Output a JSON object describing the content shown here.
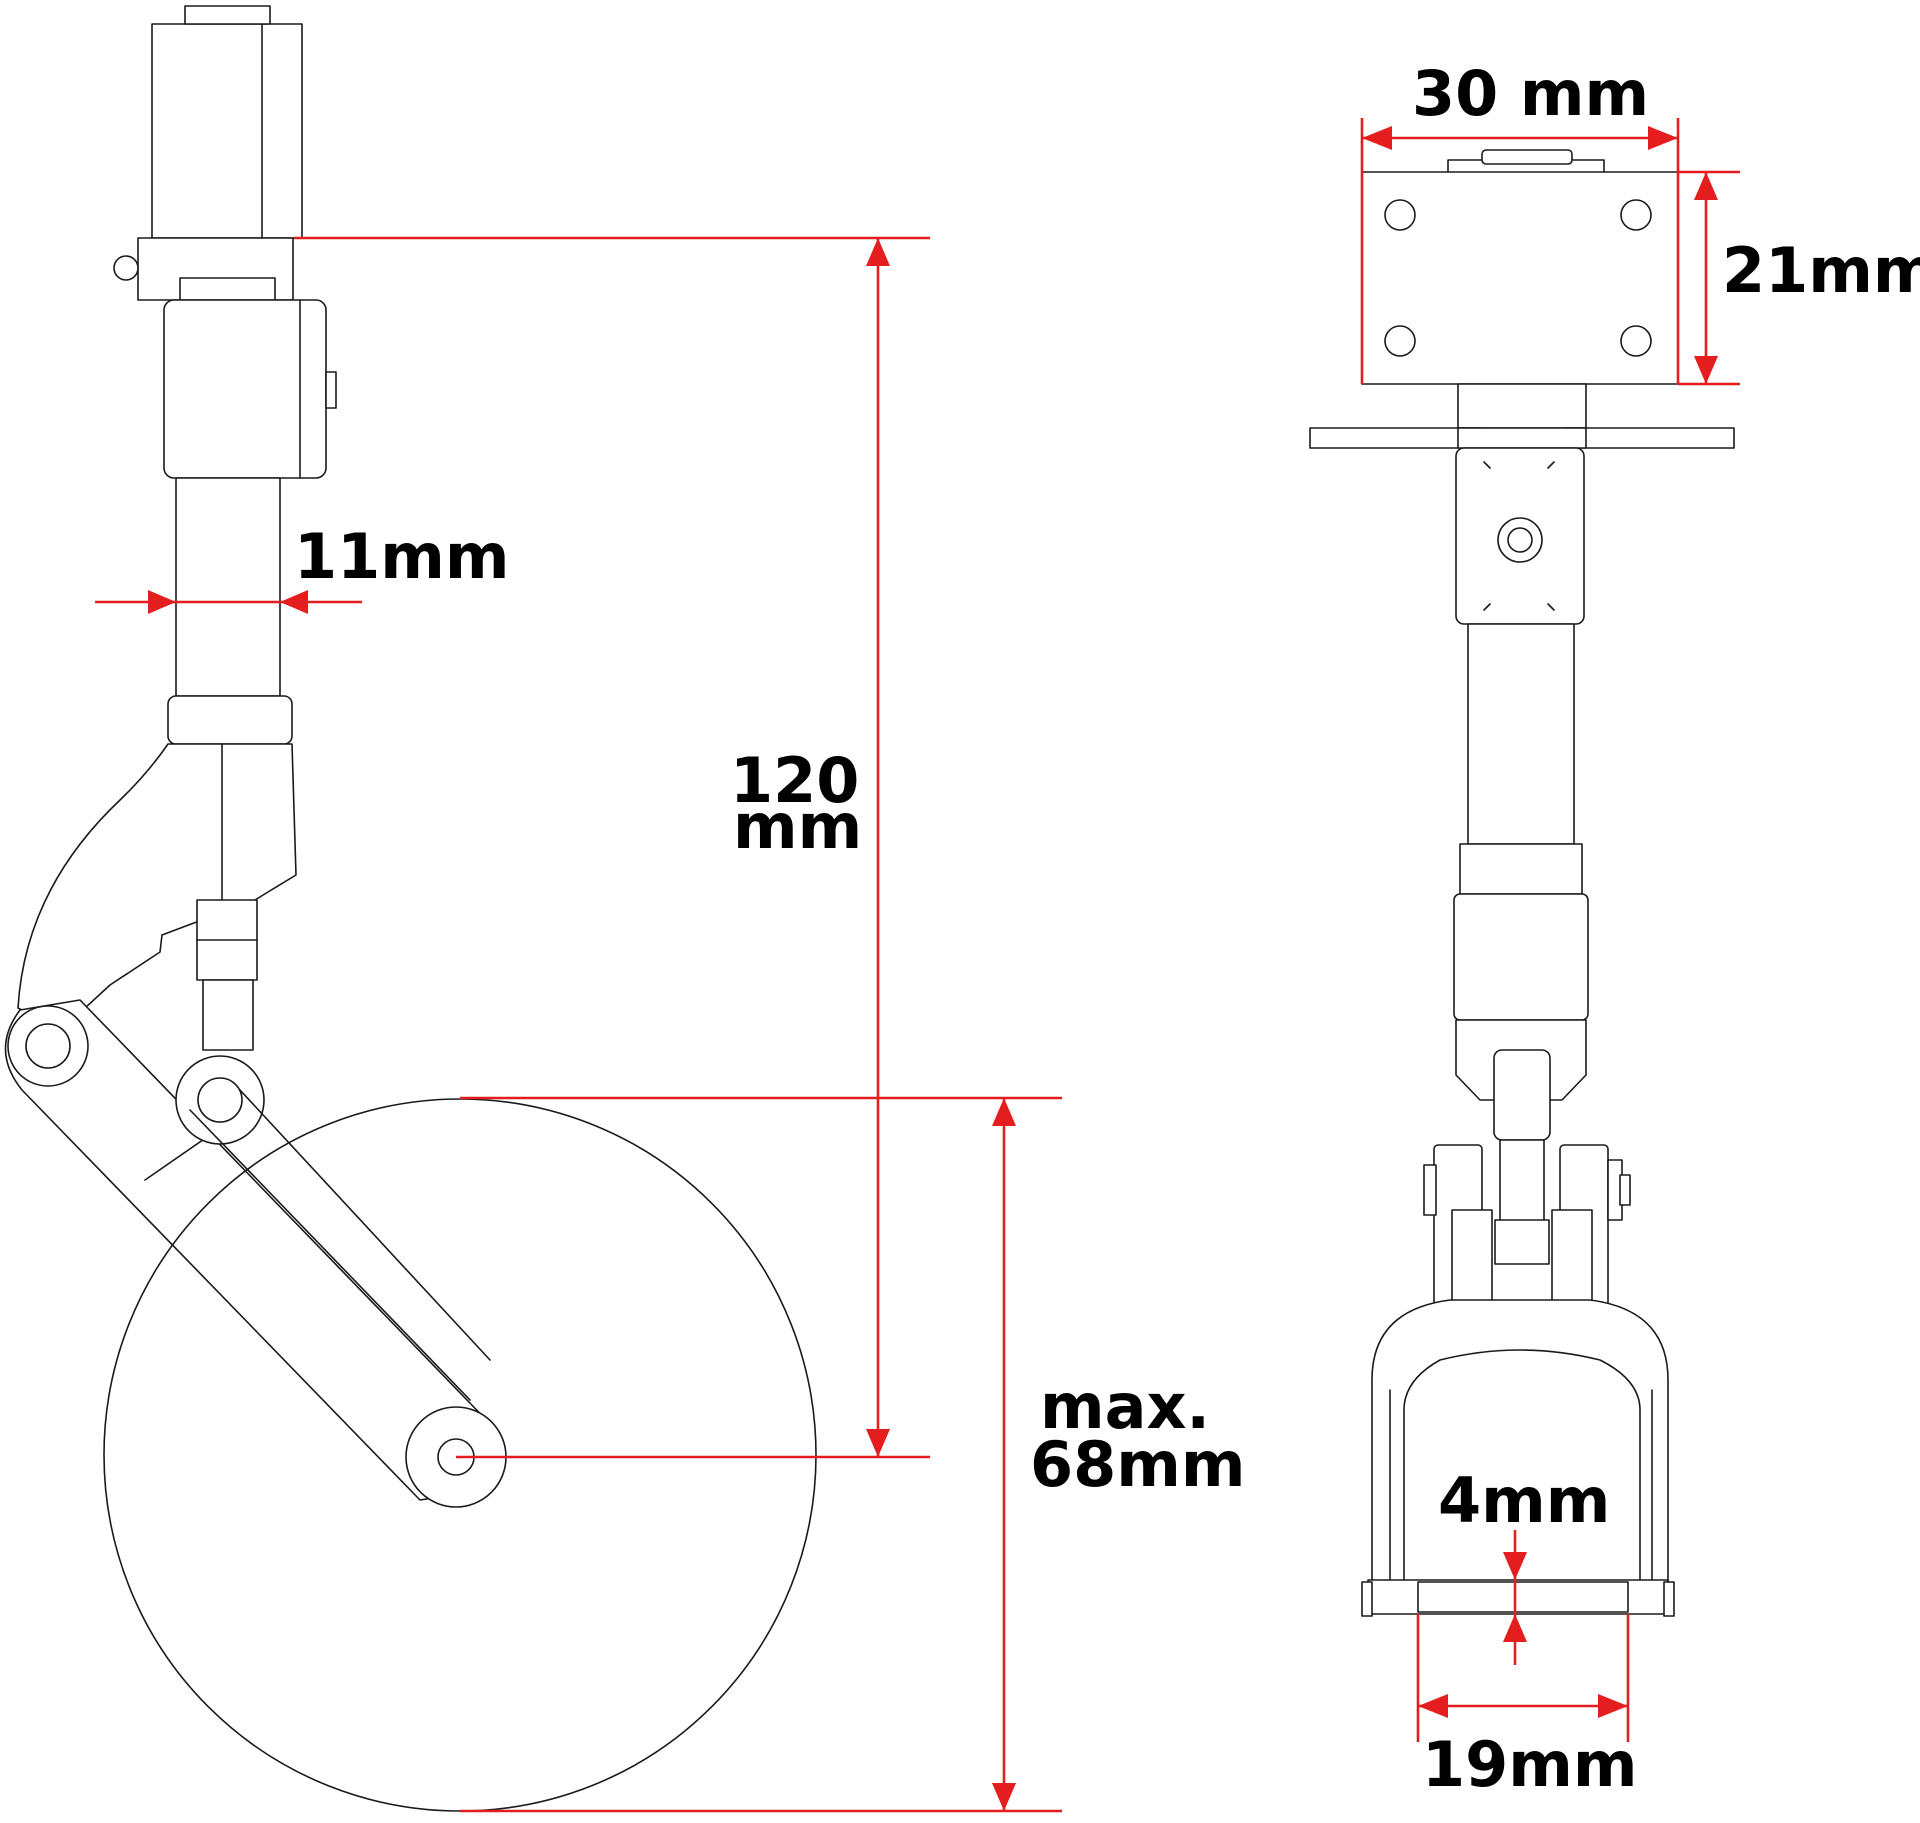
{
  "colors": {
    "dimension": "#e41e1e",
    "outline": "#1a1a1a",
    "text": "#000000",
    "background": "#ffffff"
  },
  "labels": {
    "strut_diameter": "11mm",
    "leg_height_line1": "120",
    "leg_height_line2": "mm",
    "wheel_size_line1": "max.",
    "wheel_size_line2": "68mm",
    "mount_width": "30 mm",
    "mount_height": "21mm",
    "axle_diameter": "4mm",
    "fork_width": "19mm"
  }
}
